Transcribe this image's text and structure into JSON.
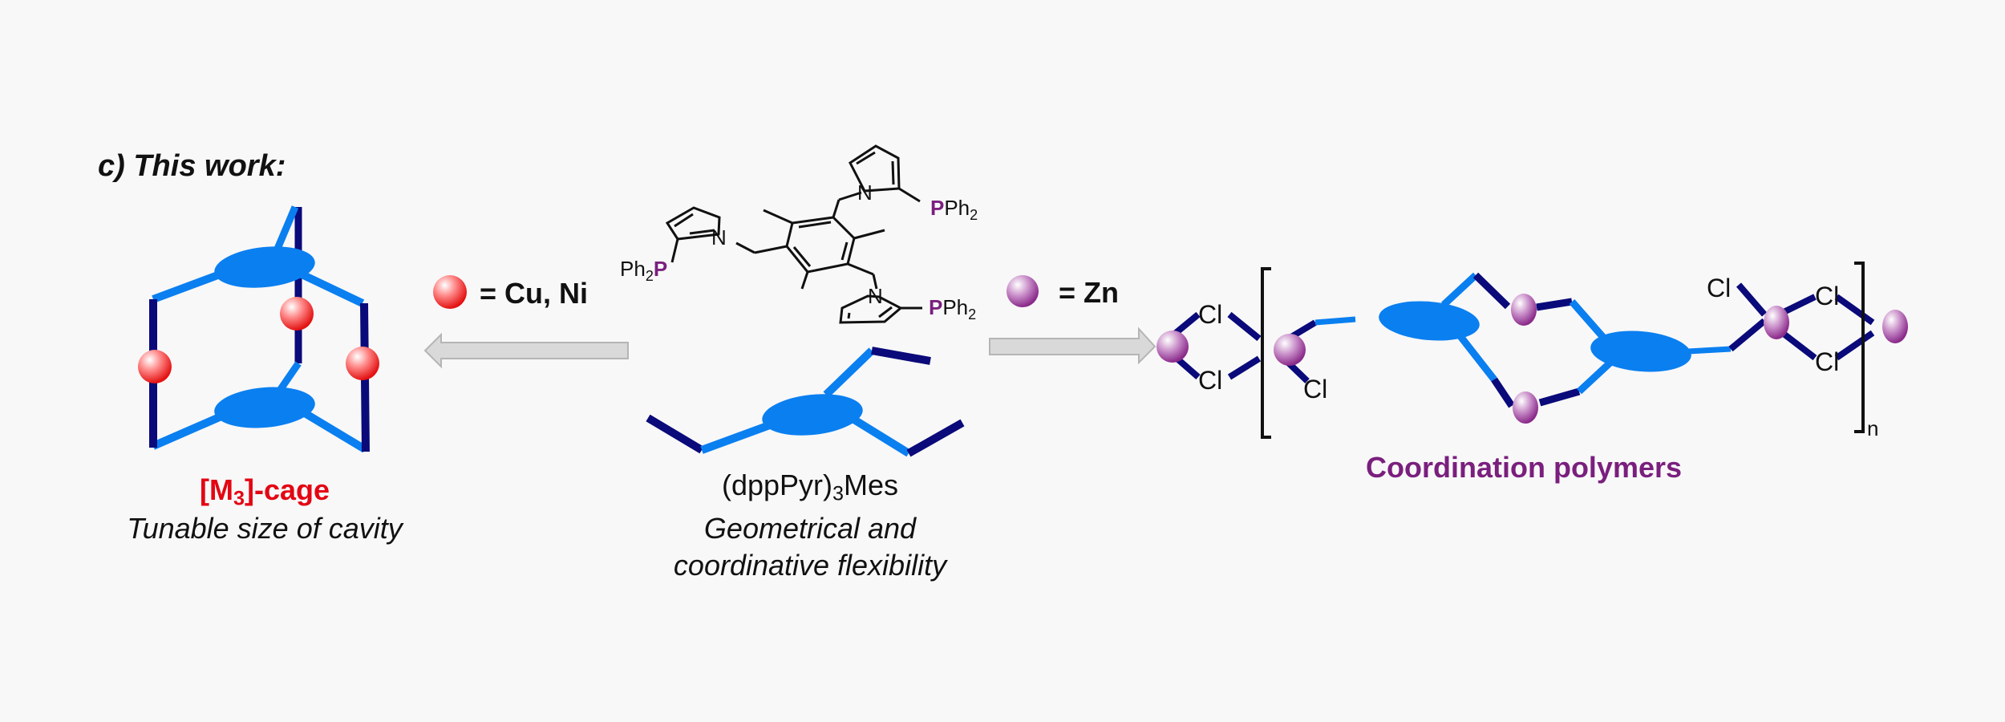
{
  "panel": {
    "title": "c) This work:"
  },
  "cage": {
    "label_prefix": "[M",
    "label_sub": "3",
    "label_suffix": "]-cage",
    "description": "Tunable size of cavity"
  },
  "legend": {
    "cu_ni": "= Cu, Ni",
    "zn": "= Zn"
  },
  "ligand": {
    "name_prefix": "(dppPyr)",
    "name_sub": "3",
    "name_suffix": "Mes",
    "description_line1": "Geometrical and",
    "description_line2": "coordinative flexibility",
    "atoms": {
      "n": "N",
      "p": "P",
      "ph": "Ph",
      "two": "2"
    }
  },
  "polymer": {
    "label": "Coordination polymers",
    "cl": "Cl",
    "repeat": "n"
  },
  "colors": {
    "light_blue": "#0a7ff0",
    "dark_blue": "#0a0a7a",
    "cage_red": "#e30613",
    "polymer_purple": "#7a1f7e",
    "phosphorus_purple": "#7a1f7e",
    "arrow_gray": "#d6d6d6"
  }
}
